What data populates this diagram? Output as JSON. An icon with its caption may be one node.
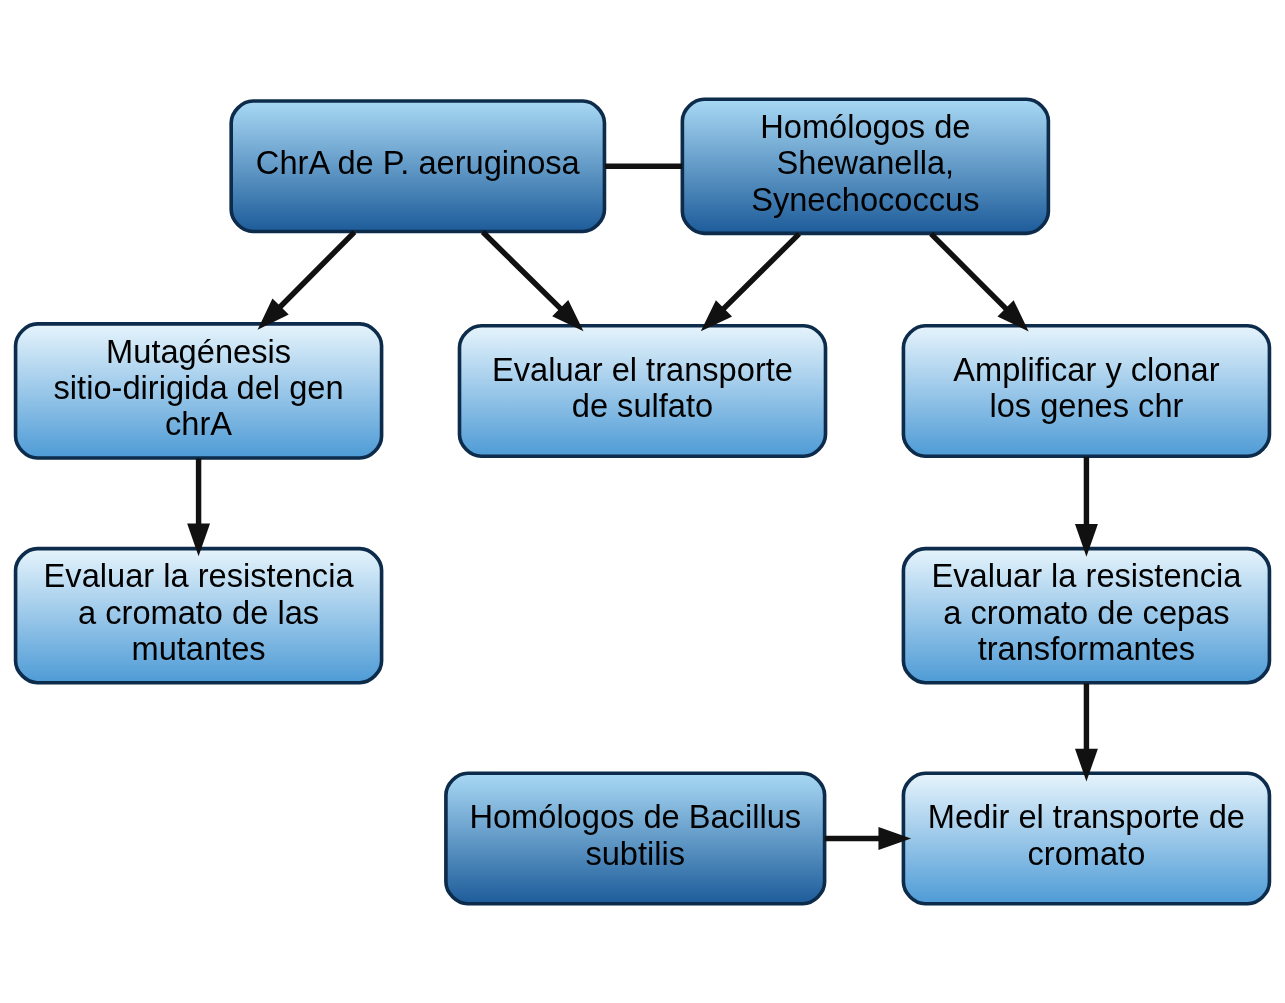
{
  "diagram": {
    "nodes": [
      {
        "text": [
          "ChrA de P. aeruginosa"
        ]
      },
      {
        "text": [
          "Homólogos de Shewanella, Synechococcus"
        ]
      },
      {
        "text": [
          "Mutagénesis sitio-dirigida del gen chrA"
        ]
      },
      {
        "text": [
          "Evaluar el transporte de sulfato"
        ]
      },
      {
        "text": [
          "Amplificar y clonar los genes chr"
        ]
      },
      {
        "text": [
          "Evaluar la resistencia a cromato de las mutantes"
        ]
      },
      {
        "text": [
          "Evaluar la resistencia a cromato de cepas transformantes"
        ]
      },
      {
        "text": [
          "Homólogos de Bacillus subtilis"
        ]
      },
      {
        "text": [
          "Medir el transporte de cromato"
        ]
      }
    ],
    "edges": [
      {
        "from": 0,
        "to": 1,
        "arrow": "none"
      },
      {
        "from": 0,
        "to": 2,
        "arrow": "to"
      },
      {
        "from": 0,
        "to": 3,
        "arrow": "to"
      },
      {
        "from": 1,
        "to": 3,
        "arrow": "to"
      },
      {
        "from": 1,
        "to": 4,
        "arrow": "to"
      },
      {
        "from": 2,
        "to": 5,
        "arrow": "to"
      },
      {
        "from": 4,
        "to": 6,
        "arrow": "to"
      },
      {
        "from": 6,
        "to": 8,
        "arrow": "to"
      },
      {
        "from": 7,
        "to": 8,
        "arrow": "to"
      }
    ]
  }
}
